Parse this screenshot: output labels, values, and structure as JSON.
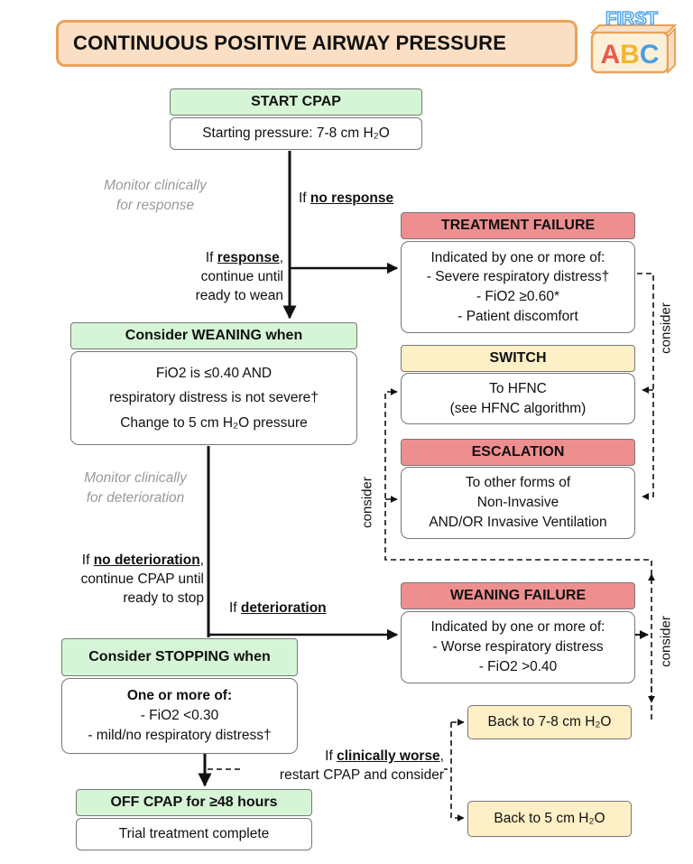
{
  "title": "CONTINUOUS POSITIVE AIRWAY PRESSURE",
  "logo": {
    "top_text": "FIRST",
    "bottom_text": "ABC"
  },
  "start": {
    "header": "START CPAP",
    "body": "Starting pressure: 7-8 cm H₂O"
  },
  "notes": {
    "monitor_response": [
      "Monitor clinically",
      "for response"
    ],
    "monitor_deterioration": [
      "Monitor clinically",
      "for deterioration"
    ]
  },
  "labels": {
    "no_response_prefix": "If ",
    "no_response": "no response",
    "response_prefix": "If ",
    "response": "response",
    "response_rest": [
      "continue until",
      "ready to wean"
    ],
    "no_deterioration_prefix": "If ",
    "no_deterioration": "no deterioration",
    "no_deterioration_rest": [
      "continue CPAP until",
      "ready to stop"
    ],
    "deterioration_prefix": "If ",
    "deterioration": "deterioration",
    "clinically_worse_prefix": "If ",
    "clinically_worse": "clinically worse",
    "clinically_worse_rest": "restart CPAP and consider",
    "consider": "consider"
  },
  "treatment_failure": {
    "header": "TREATMENT FAILURE",
    "lines": [
      "Indicated by one or more of:",
      "- Severe respiratory distress†",
      "- FiO2 ≥0.60*",
      "- Patient discomfort"
    ]
  },
  "weaning": {
    "header": "Consider WEANING when",
    "lines": [
      "FiO2 is ≤0.40 AND",
      "respiratory distress is not severe†",
      "Change to 5 cm H₂O pressure"
    ]
  },
  "switch": {
    "header": "SWITCH",
    "lines": [
      "To HFNC",
      "(see HFNC algorithm)"
    ]
  },
  "escalation": {
    "header": "ESCALATION",
    "lines": [
      "To other forms of",
      "Non-Invasive",
      "AND/OR Invasive Ventilation"
    ]
  },
  "weaning_failure": {
    "header": "WEANING FAILURE",
    "lines": [
      "Indicated by one or more of:",
      "- Worse respiratory distress",
      "- FiO2 >0.40"
    ]
  },
  "stopping": {
    "header": "Consider STOPPING when",
    "lines": [
      "One or more of:",
      "- FiO2 <0.30",
      "- mild/no respiratory distress†"
    ]
  },
  "off": {
    "header": "OFF CPAP for ≥48 hours",
    "body": "Trial treatment complete"
  },
  "back_high": "Back to 7-8 cm H₂O",
  "back_low": "Back to 5 cm H₂O",
  "colors": {
    "green": "#d6f5d6",
    "red": "#ee8f8f",
    "yellow": "#fdefc6",
    "title_bg": "#fbdfc4",
    "title_border": "#e9a25a"
  }
}
